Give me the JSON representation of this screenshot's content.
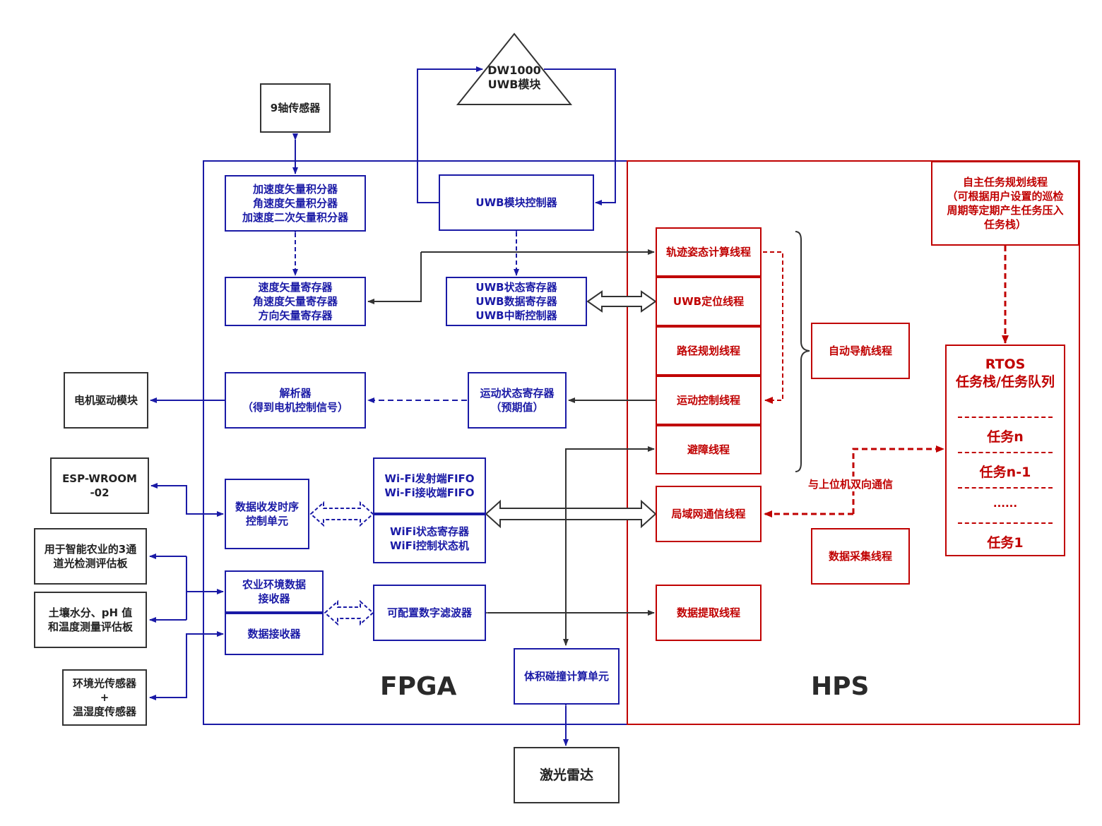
{
  "blocks": {
    "fpga_label": "FPGA",
    "hps_label": "HPS"
  },
  "external": {
    "dw1000": "DW1000\nUWB模块",
    "nine_axis": "9轴传感器",
    "motor_driver": "电机驱动模块",
    "esp": "ESP-WROOM\n-02",
    "optical_board": "用于智能农业的3通\n道光检测评估板",
    "soil_board": "土壤水分、pH 值\n和温度测量评估板",
    "env_sensor": "环境光传感器\n+\n温湿度传感器",
    "lidar": "激光雷达"
  },
  "fpga": {
    "integrators": "加速度矢量积分器\n角速度矢量积分器\n加速度二次矢量积分器",
    "uwb_controller": "UWB模块控制器",
    "vector_registers": "速度矢量寄存器\n角速度矢量寄存器\n方向矢量寄存器",
    "uwb_registers": "UWB状态寄存器\nUWB数据寄存器\nUWB中断控制器",
    "parser": "解析器\n（得到电机控制信号）",
    "motion_registers": "运动状态寄存器\n（预期值）",
    "data_timing": "数据收发时序\n控制单元",
    "wifi_fifo": "Wi-Fi发射端FIFO\nWi-Fi接收端FIFO",
    "wifi_state": "WiFi状态寄存器\nWiFi控制状态机",
    "agri_receiver": "农业环境数据\n接收器",
    "data_receiver": "数据接收器",
    "filter": "可配置数字滤波器",
    "collision": "体积碰撞计算单元"
  },
  "hps": {
    "trajectory": "轨迹姿态计算线程",
    "uwb_locate": "UWB定位线程",
    "path_plan": "路径规划线程",
    "motion_ctrl": "运动控制线程",
    "avoid": "避障线程",
    "lan": "局域网通信线程",
    "extract": "数据提取线程",
    "auto_nav": "自动导航线程",
    "collect": "数据采集线程",
    "autonomous": "自主任务规划线程\n（可根据用户设置的巡检\n周期等定期产生任务压入\n任务栈）",
    "host_comm": "与上位机双向通信",
    "rtos_title": "RTOS\n任务栈/任务队列",
    "tasks": [
      "任务n",
      "任务n-1",
      "......",
      "任务1"
    ]
  },
  "colors": {
    "fpga": "#1a1aa6",
    "hps": "#c00000",
    "external": "#333333"
  }
}
